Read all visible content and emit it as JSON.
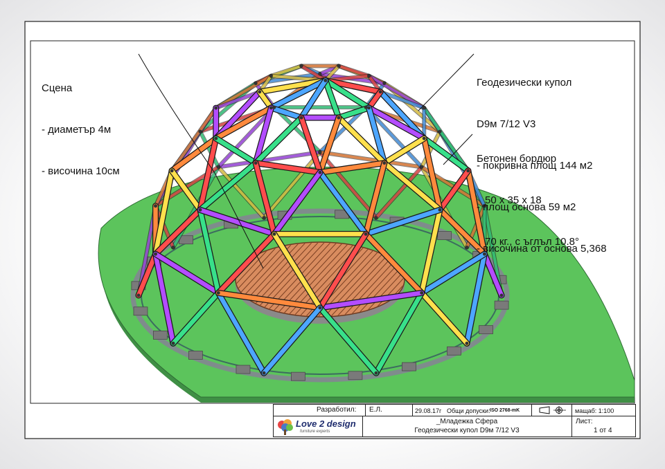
{
  "notes": {
    "stage": {
      "title": "Сцена",
      "diameter": "- диаметър 4м",
      "height": "- височина 10см"
    },
    "dome": {
      "title": "Геодезически купол",
      "model": "D9м 7/12 V3",
      "roof_area": "- покривна площ 144 м2",
      "base_area": "- площ основа 59 м2",
      "base_height": "- височина от основа 5,368"
    },
    "curb": {
      "title": "Бетонен бордюр",
      "dims": "50 x 35 x 18",
      "weight": "70 кг., с ъглъл 10.8°"
    }
  },
  "title_block": {
    "developed_by_label": "Разработил:",
    "developer": "Е.Л.",
    "date": "29.08.17г",
    "tolerance_label": "Общи допуски:",
    "tolerance_value": "ISO 2768-mK",
    "scale_label": "мащаб: 1:100",
    "project_name": "_Младежка Сфера",
    "drawing_name": "Геодезически купол D9м 7/12 V3",
    "sheet_label": "Лист:",
    "sheet_value": "1 от 4",
    "logo_text": "Love 2 design",
    "logo_sub": "furniture experts"
  },
  "colors": {
    "ground": "#5cc45c",
    "stage": "#d98c5f",
    "curb": "#7a7a7a",
    "strut_palette": [
      "#ff4d4d",
      "#ffe04d",
      "#38e08a",
      "#4da6ff",
      "#b34dff",
      "#ff8a3d"
    ]
  }
}
